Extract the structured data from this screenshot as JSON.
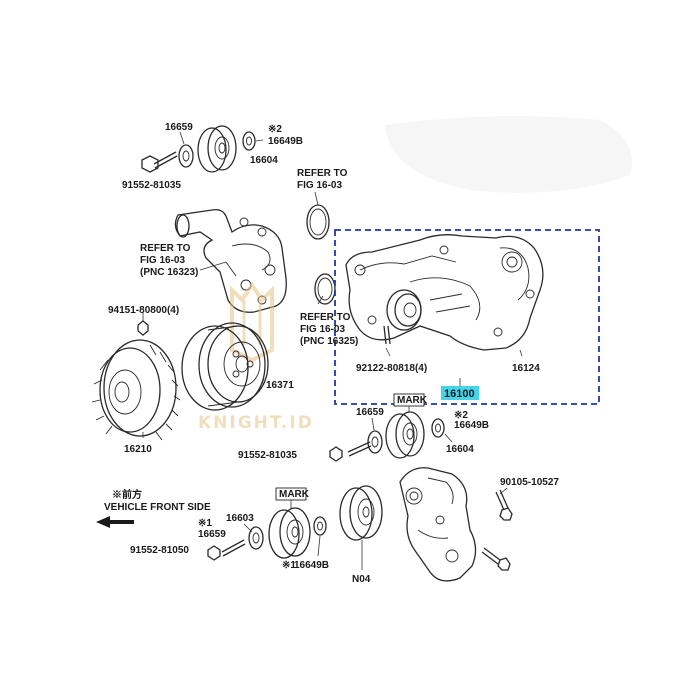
{
  "labels": {
    "p16659_top": "16659",
    "p16649b_top": "16649B",
    "p16604_top": "16604",
    "p91552_81035_top": "91552-81035",
    "refer_fig_top_line1": "REFER TO",
    "refer_fig_top_line2": "FIG 16-03",
    "refer_left_line1": "REFER TO",
    "refer_left_line2": "FIG 16-03",
    "refer_left_line3": "(PNC 16323)",
    "p94151": "94151-80800(4)",
    "refer_mid_line1": "REFER TO",
    "refer_mid_line2": "FIG 16-03",
    "refer_mid_line3": "(PNC 16325)",
    "p92122": "92122-80818(4)",
    "p16124": "16124",
    "p16100": "16100",
    "p16371": "16371",
    "p16210": "16210",
    "p16659_mid": "16659",
    "mark_mid": "MARK",
    "p16649b_mid": "16649B",
    "p16604_mid": "16604",
    "p91552_81035_mid": "91552-81035",
    "p90105": "90105-10527",
    "vehicle_front_line1": "※前方",
    "vehicle_front_line2": "VEHICLE FRONT SIDE",
    "p16603": "16603",
    "p16659_bot": "16659",
    "mark_bot": "MARK",
    "p91552_81050": "91552-81050",
    "p16649b_bot": "16649B",
    "n04": "N04",
    "note_mark_1": "※2",
    "note_mark_2": "※2",
    "note_mark_3": "※1",
    "note_mark_4": "※1"
  },
  "watermark": {
    "text": "KNIGHT.ID",
    "color": "#e7c488"
  },
  "colors": {
    "highlight": "#45d4e8",
    "dashed_box": "#1f3a9e",
    "line": "#2a2a2a"
  }
}
